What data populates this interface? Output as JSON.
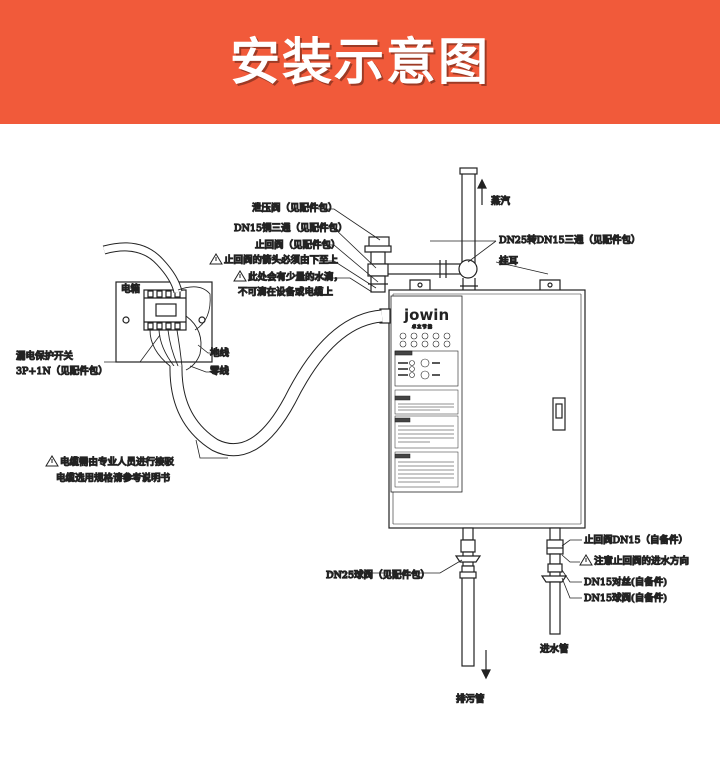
{
  "header": {
    "title": "安装示意图"
  },
  "colors": {
    "banner": "#f15a3a",
    "banner_text": "#ffffff",
    "line": "#222222"
  },
  "device": {
    "brand": "jowin",
    "brand_sub": "卓 立 节 能"
  },
  "labels": {
    "steam": "蒸汽",
    "relief_valve": "泄压阀（见配件包）",
    "copper_tee": "DN15铜三通（见配件包）",
    "check_valve": "止回阀（见配件包）",
    "check_arrow_note": "止回阀的箭头必须由下至上",
    "drip_warning_1": "此处会有少量的水滴，",
    "drip_warning_2": "不可滴在设备或电缆上",
    "tee_dn25": "DN25转DN15三通（见配件包）",
    "hanger": "挂耳",
    "electric_box": "电箱",
    "breaker_1": "漏电保护开关",
    "breaker_2": "3P+1N（见配件包）",
    "ground": "地线",
    "neutral": "零线",
    "cable_warning_1": "电缆需由专业人员进行接驳",
    "cable_warning_2": "电缆选用规格请参考说明书",
    "check_valve_dn15": "止回阀DN15（自备件）",
    "check_direction": "注意止回阀的进水方向",
    "dn15_union": "DN15对丝(自备件)",
    "dn15_ball": "DN15球阀(自备件)",
    "dn25_ball": "DN25球阀（见配件包）",
    "water_inlet": "进水管",
    "drain": "排污管"
  }
}
